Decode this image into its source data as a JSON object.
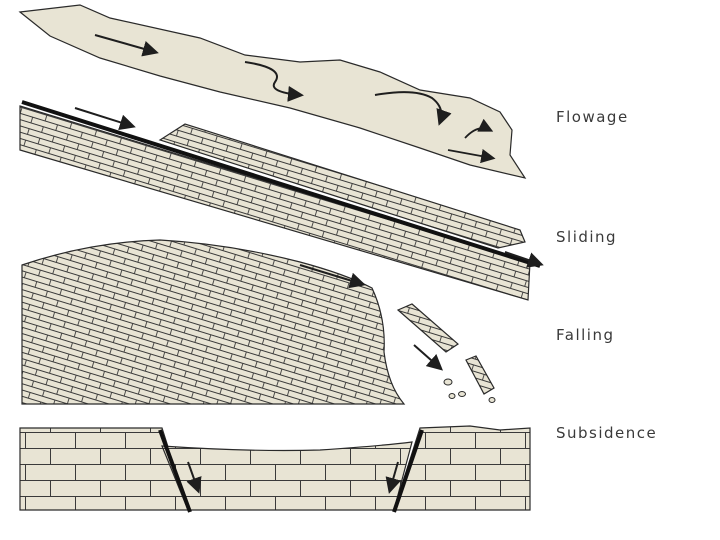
{
  "colors": {
    "fill": "#e8e4d4",
    "line": "#1e1e1e",
    "background": "#ffffff"
  },
  "panels": [
    {
      "id": "flowage",
      "label": "Flowage"
    },
    {
      "id": "sliding",
      "label": "Sliding"
    },
    {
      "id": "falling",
      "label": "Falling"
    },
    {
      "id": "subsidence",
      "label": "Subsidence"
    }
  ]
}
